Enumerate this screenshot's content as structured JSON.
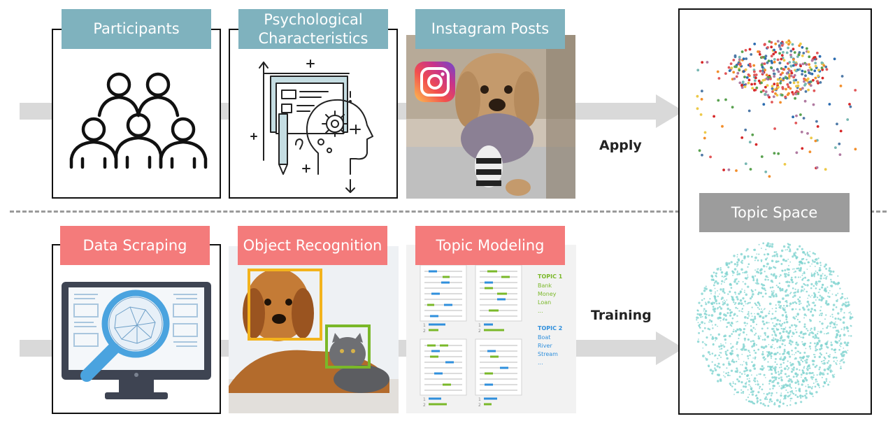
{
  "top_row": {
    "participants": "Participants",
    "psych_line1": "Psychological",
    "psych_line2": "Characteristics",
    "instagram": "Instagram Posts",
    "apply": "Apply"
  },
  "bottom_row": {
    "data_scraping": "Data Scraping",
    "object_recognition": "Object Recognition",
    "topic_modeling": "Topic Modeling",
    "training": "Training"
  },
  "topic_space": "Topic Space",
  "topic_modeling_panel": {
    "topic1_title": "TOPIC 1",
    "topic1_words": [
      "Bank",
      "Money",
      "Loan",
      "..."
    ],
    "topic2_title": "TOPIC 2",
    "topic2_words": [
      "Boat",
      "River",
      "Stream",
      "..."
    ],
    "doc_index": [
      "1",
      "2"
    ]
  },
  "colors": {
    "teal_label": "#7fb2be",
    "pink_label": "#f47b7b",
    "gray_label": "#9c9c9c",
    "topic_blue": "#2f8fdc",
    "topic_green": "#7ab829",
    "box_yellow": "#f3b31c",
    "box_green": "#7ab829"
  },
  "icons": [
    "participants-group-icon",
    "psych-head-gear-icon",
    "instagram-logo-icon",
    "monitor-magnifier-icon"
  ]
}
